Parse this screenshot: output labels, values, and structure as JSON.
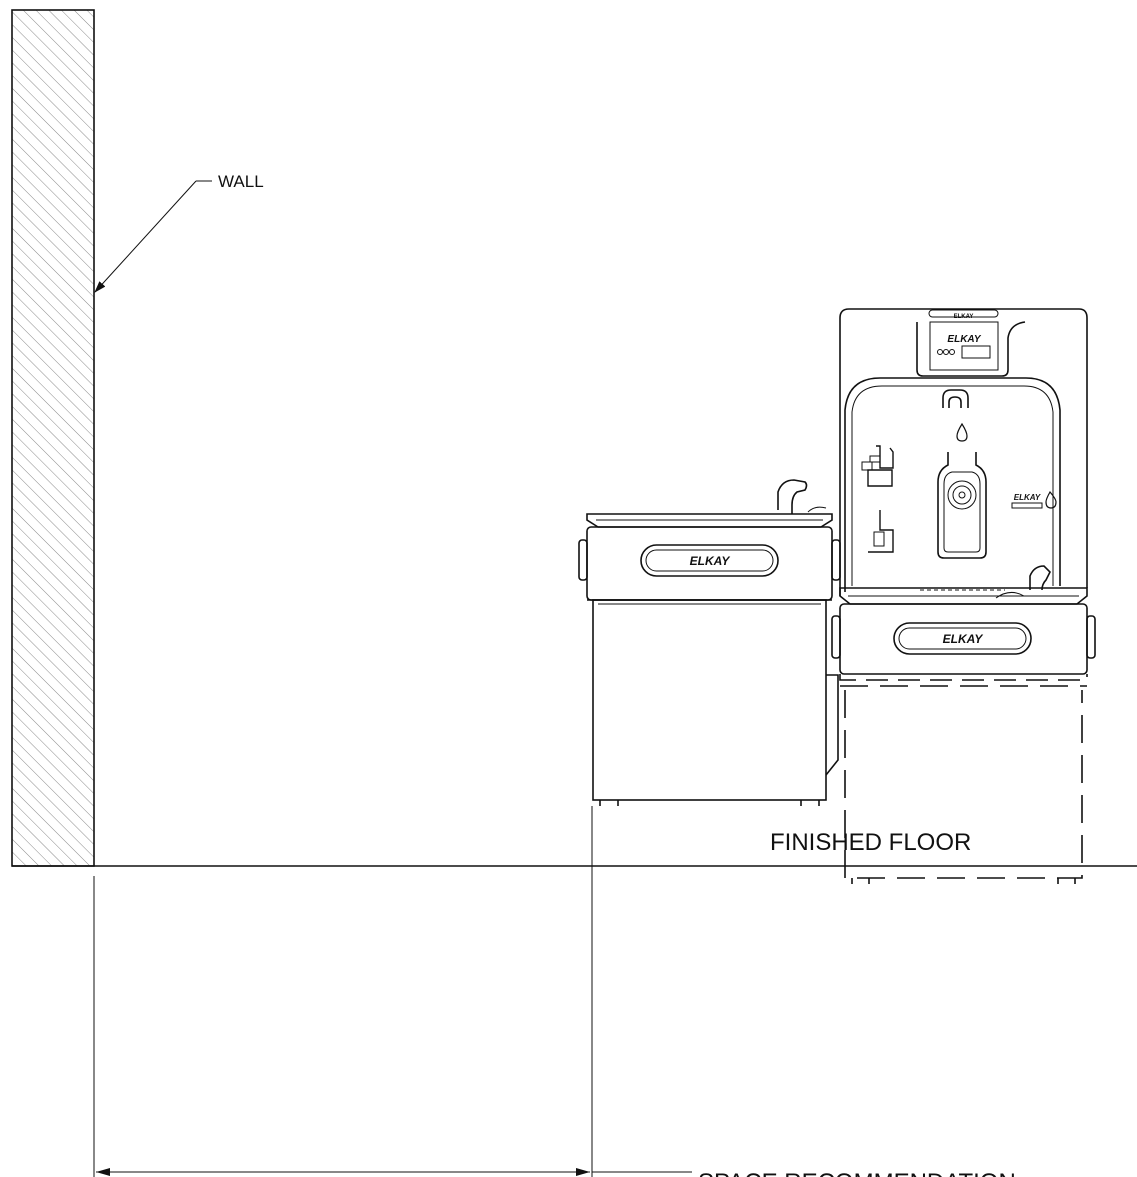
{
  "labels": {
    "wall": "WALL",
    "finished_floor": "FINISHED FLOOR",
    "space_recommendation": "SPACE RECOMMENDATION"
  },
  "fixtures": {
    "left_fountain_logo": "ELKAY",
    "right_fountain_logo": "ELKAY",
    "bottle_filler_badge": "ELKAY",
    "bottle_filler_display_logo": "ELKAY",
    "ezh2o_logo": "ELKAY"
  },
  "colors": {
    "line": "#111111",
    "hatch": "#8a8a8a",
    "background": "#ffffff"
  }
}
